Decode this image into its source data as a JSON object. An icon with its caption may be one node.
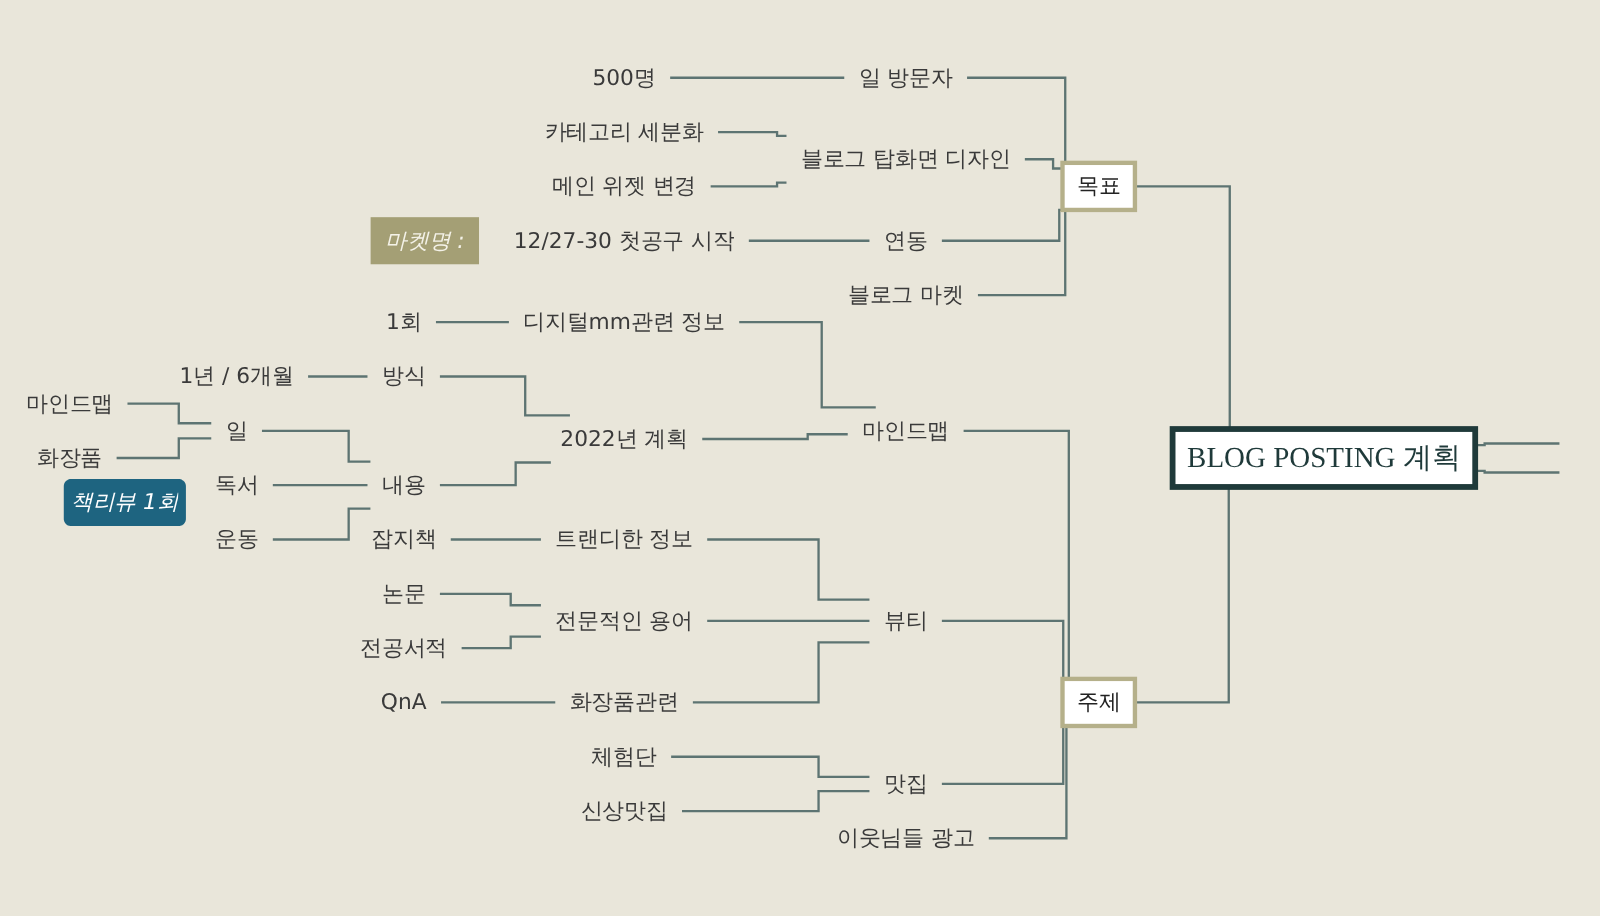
{
  "diagram": {
    "nodes": [
      {
        "text": [
          "BLOG POSTING 계획"
        ]
      },
      {
        "text": [
          "목표"
        ]
      },
      {
        "text": [
          "일 방문자"
        ]
      },
      {
        "text": [
          "500명"
        ]
      },
      {
        "text": [
          "블로그 탑화면 디자인"
        ]
      },
      {
        "text": [
          "카테고리 세분화"
        ]
      },
      {
        "text": [
          "메인 위젯 변경"
        ]
      },
      {
        "text": [
          "연동"
        ]
      },
      {
        "text": [
          "12/27-30 첫공구 시작"
        ]
      },
      {
        "text": [
          "블로그 마켓"
        ]
      },
      {
        "text": [
          "마켓명 :"
        ]
      },
      {
        "text": [
          "주제"
        ]
      },
      {
        "text": [
          "마인드맵"
        ]
      },
      {
        "text": [
          "디지털mm관련 정보"
        ]
      },
      {
        "text": [
          "1회"
        ]
      },
      {
        "text": [
          "2022년 계획"
        ]
      },
      {
        "text": [
          "방식"
        ]
      },
      {
        "text": [
          "1년 / 6개월"
        ]
      },
      {
        "text": [
          "내용"
        ]
      },
      {
        "text": [
          "일"
        ]
      },
      {
        "text": [
          "마인드맵"
        ]
      },
      {
        "text": [
          "화장품"
        ]
      },
      {
        "text": [
          "책리뷰 1회"
        ]
      },
      {
        "text": [
          "독서"
        ]
      },
      {
        "text": [
          "운동"
        ]
      },
      {
        "text": [
          "뷰티"
        ]
      },
      {
        "text": [
          "트랜디한 정보"
        ]
      },
      {
        "text": [
          "잡지책"
        ]
      },
      {
        "text": [
          "전문적인 용어"
        ]
      },
      {
        "text": [
          "논문"
        ]
      },
      {
        "text": [
          "전공서적"
        ]
      },
      {
        "text": [
          "화장품관련"
        ]
      },
      {
        "text": [
          "QnA"
        ]
      },
      {
        "text": [
          "맛집"
        ]
      },
      {
        "text": [
          "체험단"
        ]
      },
      {
        "text": [
          "신상맛집"
        ]
      },
      {
        "text": [
          "이웃님들 광고"
        ]
      }
    ],
    "edges": [
      {
        "from": 0,
        "to": 1,
        "arrow": "none"
      },
      {
        "from": 1,
        "to": 2,
        "arrow": "none"
      },
      {
        "from": 2,
        "to": 3,
        "arrow": "none"
      },
      {
        "from": 1,
        "to": 4,
        "arrow": "none"
      },
      {
        "from": 4,
        "to": 5,
        "arrow": "none"
      },
      {
        "from": 4,
        "to": 6,
        "arrow": "none"
      },
      {
        "from": 1,
        "to": 7,
        "arrow": "none"
      },
      {
        "from": 7,
        "to": 8,
        "arrow": "none"
      },
      {
        "from": 1,
        "to": 9,
        "arrow": "none"
      },
      {
        "from": 0,
        "to": 11,
        "arrow": "none"
      },
      {
        "from": 11,
        "to": 12,
        "arrow": "none"
      },
      {
        "from": 12,
        "to": 13,
        "arrow": "none"
      },
      {
        "from": 13,
        "to": 14,
        "arrow": "none"
      },
      {
        "from": 12,
        "to": 15,
        "arrow": "none"
      },
      {
        "from": 15,
        "to": 16,
        "arrow": "none"
      },
      {
        "from": 16,
        "to": 17,
        "arrow": "none"
      },
      {
        "from": 15,
        "to": 18,
        "arrow": "none"
      },
      {
        "from": 18,
        "to": 19,
        "arrow": "none"
      },
      {
        "from": 19,
        "to": 20,
        "arrow": "none"
      },
      {
        "from": 19,
        "to": 21,
        "arrow": "none"
      },
      {
        "from": 18,
        "to": 23,
        "arrow": "none"
      },
      {
        "from": 18,
        "to": 24,
        "arrow": "none"
      },
      {
        "from": 11,
        "to": 25,
        "arrow": "none"
      },
      {
        "from": 25,
        "to": 26,
        "arrow": "none"
      },
      {
        "from": 26,
        "to": 27,
        "arrow": "none"
      },
      {
        "from": 25,
        "to": 28,
        "arrow": "none"
      },
      {
        "from": 28,
        "to": 29,
        "arrow": "none"
      },
      {
        "from": 28,
        "to": 30,
        "arrow": "none"
      },
      {
        "from": 25,
        "to": 31,
        "arrow": "none"
      },
      {
        "from": 31,
        "to": 32,
        "arrow": "none"
      },
      {
        "from": 11,
        "to": 33,
        "arrow": "none"
      },
      {
        "from": 33,
        "to": 34,
        "arrow": "none"
      },
      {
        "from": 33,
        "to": 35,
        "arrow": "none"
      },
      {
        "from": 11,
        "to": 36,
        "arrow": "none"
      },
      {
        "from": 0,
        "to": null,
        "arrow": "none"
      },
      {
        "from": 0,
        "to": null,
        "arrow": "none"
      }
    ]
  }
}
